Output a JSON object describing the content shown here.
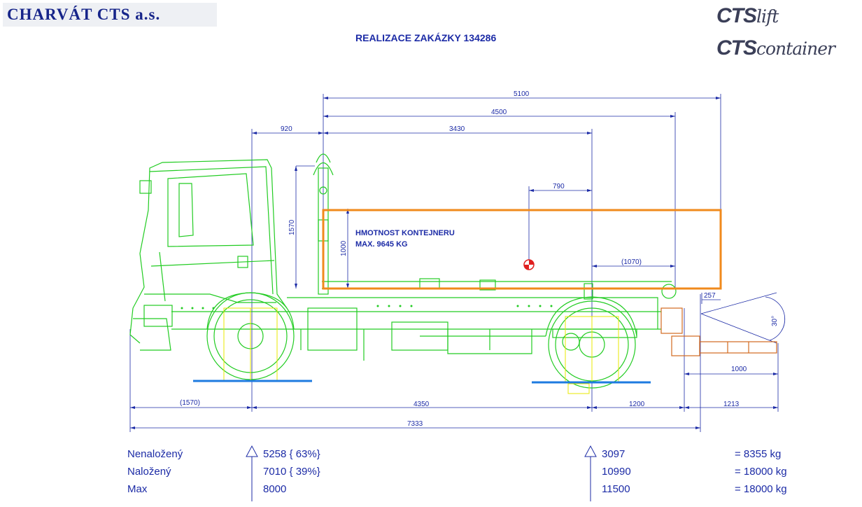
{
  "company": "CHARVÁT CTS a.s.",
  "title": "REALIZACE ZAKÁZKY 134286",
  "logos": {
    "lift": {
      "bold": "CTS",
      "rest": "lift"
    },
    "container": {
      "bold": "CTS",
      "rest": "container"
    }
  },
  "container_note": [
    "HMOTNOST KONTEJNERU",
    "MAX. 9645 KG"
  ],
  "dimensions": {
    "d5100": "5100",
    "d4500": "4500",
    "d920": "920",
    "d3430": "3430",
    "d790": "790",
    "d1570": "1570",
    "d1000v": "1000",
    "d1070": "(1070)",
    "d257": "257",
    "d30": "30°",
    "d1000h": "1000",
    "d1570b": "(1570)",
    "d4350": "4350",
    "d1200": "1200",
    "d1213": "1213",
    "d7333": "7333"
  },
  "loads": [
    {
      "label": "Nenaložený",
      "front": "5258 { 63%}",
      "rear": "3097",
      "total": "=  8355 kg"
    },
    {
      "label": "Naložený",
      "front": "7010 { 39%}",
      "rear": "10990",
      "total": "=  18000 kg"
    },
    {
      "label": "Max",
      "front": "8000",
      "rear": "11500",
      "total": "=  18000 kg"
    }
  ],
  "colors": {
    "truck": "#22cc22",
    "container": "#f08a1c",
    "dimension": "#1c2ba6",
    "hook": "#d2691e",
    "axle": "#e8e800"
  }
}
